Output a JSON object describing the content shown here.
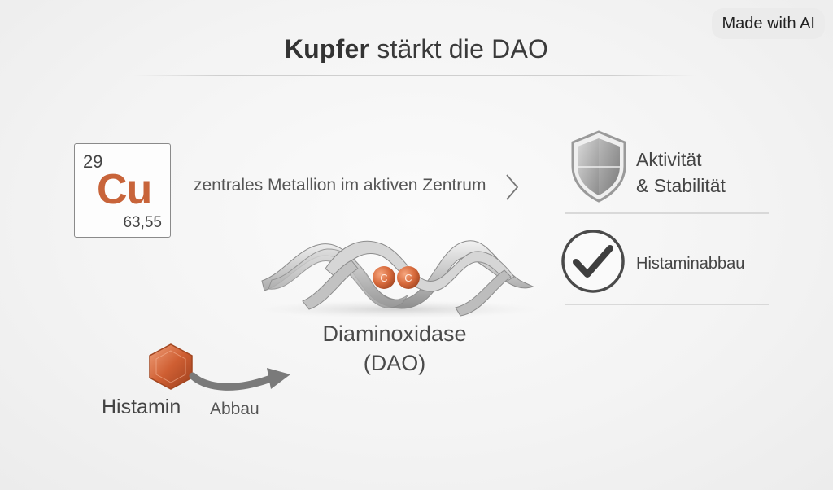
{
  "badge": "Made with AI",
  "title": {
    "bold": "Kupfer",
    "rest": " stärkt die DAO"
  },
  "element": {
    "number": "29",
    "symbol": "Cu",
    "mass": "63,55"
  },
  "arrow_label": "zentrales Metallion im aktiven Zentrum",
  "benefits": [
    {
      "line1": "Aktivität",
      "line2": "& Stabilität",
      "icon": "shield-icon"
    },
    {
      "line1": "Histaminabbau",
      "icon": "checkmark-icon"
    }
  ],
  "enzyme": {
    "line1": "Diaminoxidase",
    "line2": "(DAO)",
    "atoms": [
      "C",
      "C"
    ]
  },
  "substrate": {
    "name": "Histamin",
    "action": "Abbau"
  },
  "colors": {
    "copper": "#c8643a",
    "ribbon": "#a9a9a9",
    "text": "#3a3a3a"
  }
}
